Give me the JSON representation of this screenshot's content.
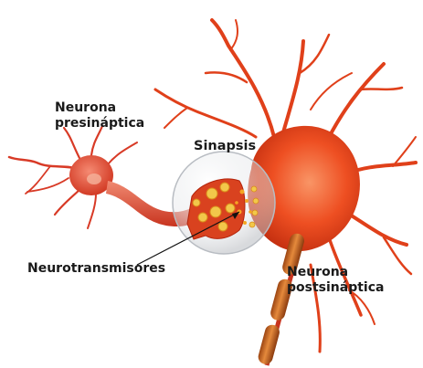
{
  "labels": {
    "presynaptic_line1": "Neurona",
    "presynaptic_line2": "presináptica",
    "synapse": "Sinapsis",
    "neurotransmitters": "Neurotransmisores",
    "postsynaptic_line1": "Neurona",
    "postsynaptic_line2": "postsináptica"
  },
  "colors": {
    "neuron": "#e8431c",
    "neuron_light": "#f7925e",
    "neuron_dark": "#b3240c",
    "myelin": "#d06a22",
    "vesicle": "#f2c84a",
    "synapse_bubble": "#cfd2d6",
    "text": "#1a1a1a"
  }
}
